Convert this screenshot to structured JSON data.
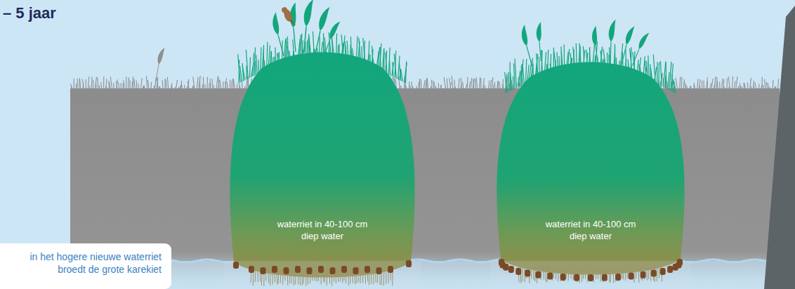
{
  "diagram": {
    "title": "– 5 jaar",
    "nodes": [
      {
        "text": [
          "waterriet in 40-100 cm diep water"
        ]
      },
      {
        "text": [
          "waterriet in 40-100 cm diep water"
        ]
      },
      {
        "text": [
          "in het hogere nieuwe waterriet broedt de grote karekiet"
        ]
      }
    ]
  }
}
